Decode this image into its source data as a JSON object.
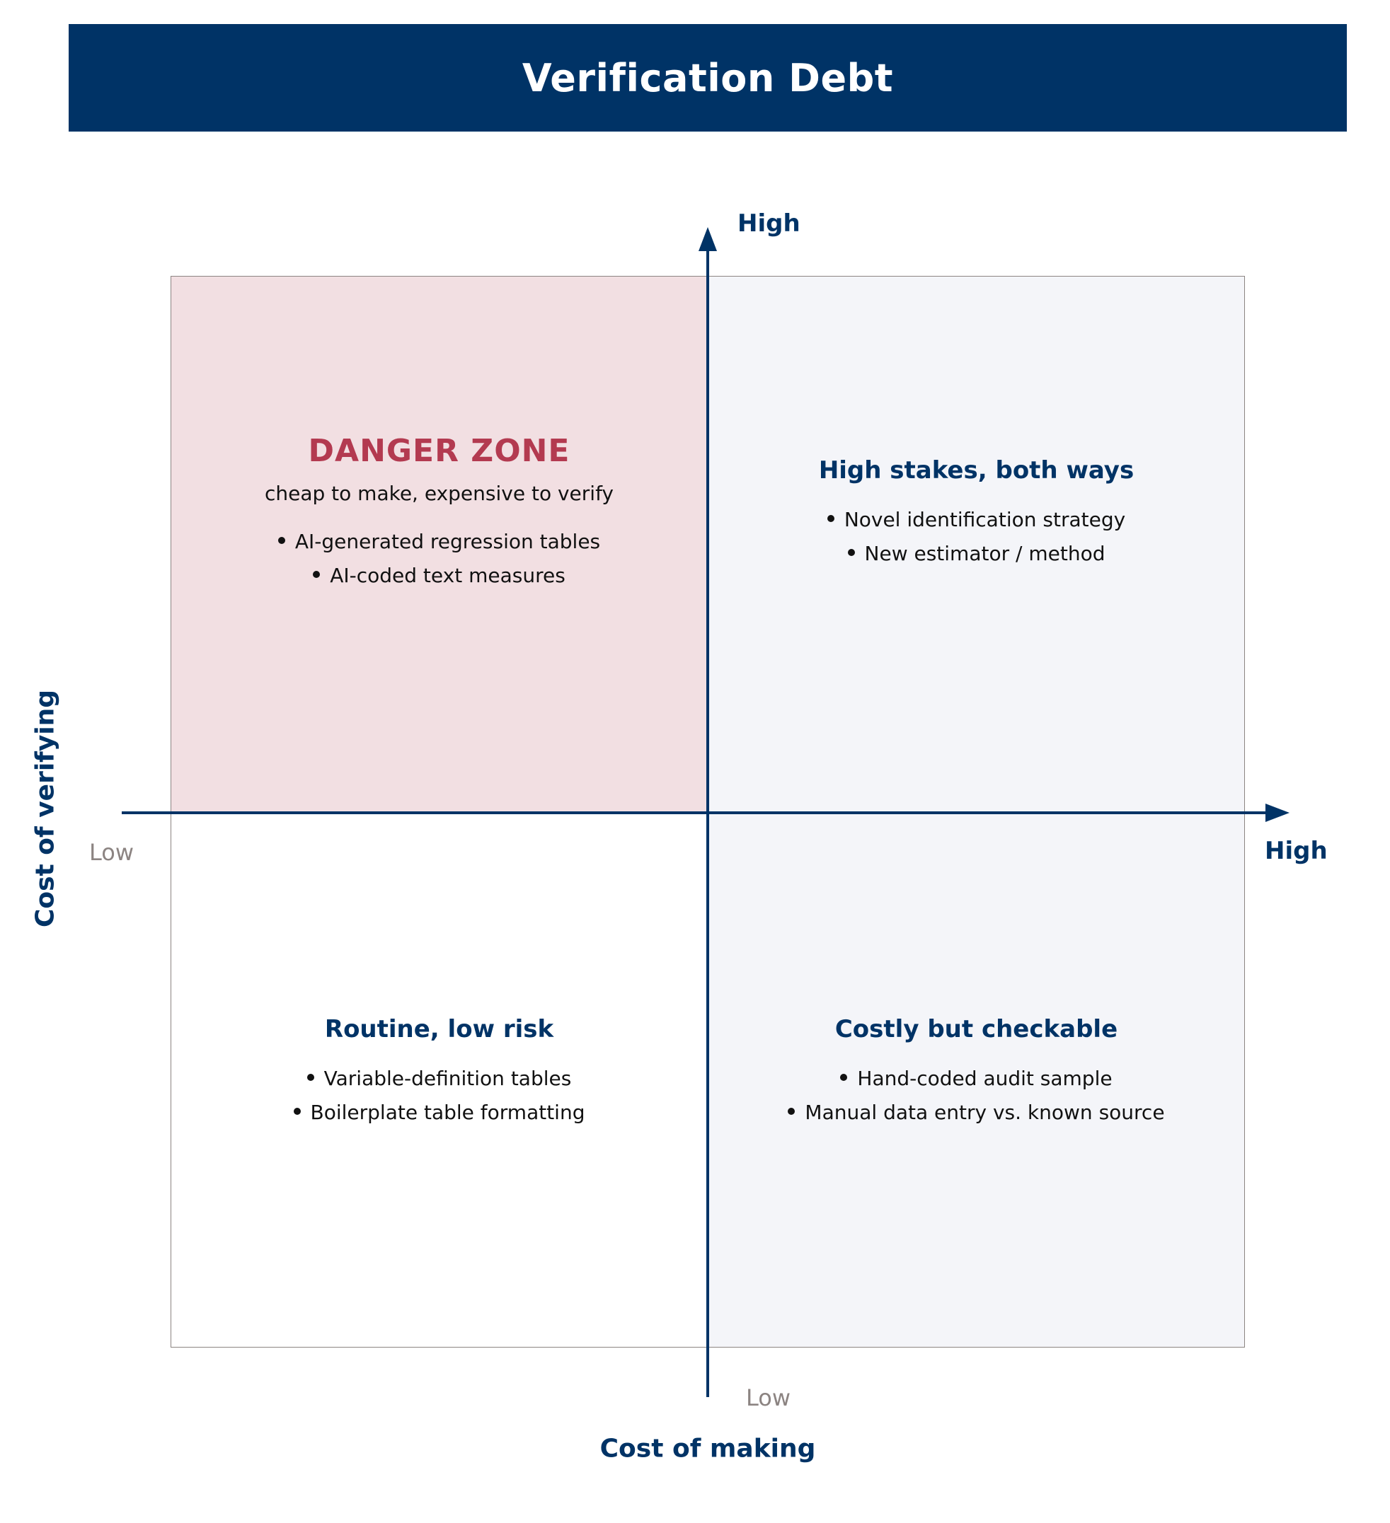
{
  "title": "Verification Debt",
  "axes": {
    "x": {
      "title": "Cost of making",
      "low_label": "Low",
      "high_label": "High"
    },
    "y": {
      "title": "Cost of verifying",
      "low_label": "Low",
      "high_label": "High"
    }
  },
  "quadrants": {
    "top_left": {
      "heading": "DANGER ZONE",
      "subtitle": "cheap to make, expensive to verify",
      "items": [
        "AI-generated regression tables",
        "AI-coded text measures"
      ]
    },
    "top_right": {
      "heading": "High stakes, both ways",
      "items": [
        "Novel identification strategy",
        "New estimator / method"
      ]
    },
    "bottom_left": {
      "heading": "Routine, low risk",
      "items": [
        "Variable-definition tables",
        "Boilerplate table formatting"
      ]
    },
    "bottom_right": {
      "heading": "Costly but checkable",
      "items": [
        "Hand-coded audit sample",
        "Manual data entry vs. known source"
      ]
    }
  },
  "colors": {
    "navy": "#003366",
    "danger": "#b33a50",
    "danger_fill": "#f2dfe2",
    "light_fill": "#f4f5f9",
    "muted": "#8c8482"
  }
}
